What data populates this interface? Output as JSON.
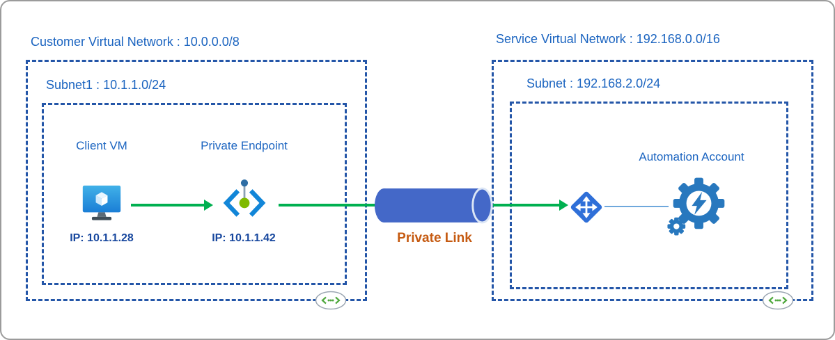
{
  "colors": {
    "vnet_border_blue": "#2456a8",
    "label_blue": "#1b64c0",
    "ip_text_blue": "#17479e",
    "arrow_green": "#00b050",
    "private_link_orange": "#c55a11",
    "cylinder_blue": "#4468c8",
    "connector_light_blue": "#6fa8dc",
    "icon_gear_blue": "#2878be"
  },
  "icons": {
    "client_vm": "vm-monitor-icon",
    "private_endpoint": "private-endpoint-icon",
    "private_link": "cylinder-icon",
    "network_interface": "nic-diamond-icon",
    "automation_account": "gears-lightning-icon",
    "vnet_badge": "virtual-network-icon"
  },
  "customer_vnet": {
    "title": "Customer Virtual Network : 10.0.0.0/8",
    "subnet": {
      "title": "Subnet1 : 10.1.1.0/24",
      "client_vm": {
        "label": "Client VM",
        "ip": "IP: 10.1.1.28"
      },
      "private_endpoint": {
        "label": "Private Endpoint",
        "ip": "IP: 10.1.1.42"
      }
    }
  },
  "private_link": {
    "label": "Private Link"
  },
  "service_vnet": {
    "title": "Service Virtual Network : 192.168.0.0/16",
    "subnet": {
      "title": "Subnet : 192.168.2.0/24",
      "automation_account": {
        "label": "Automation Account"
      }
    }
  }
}
